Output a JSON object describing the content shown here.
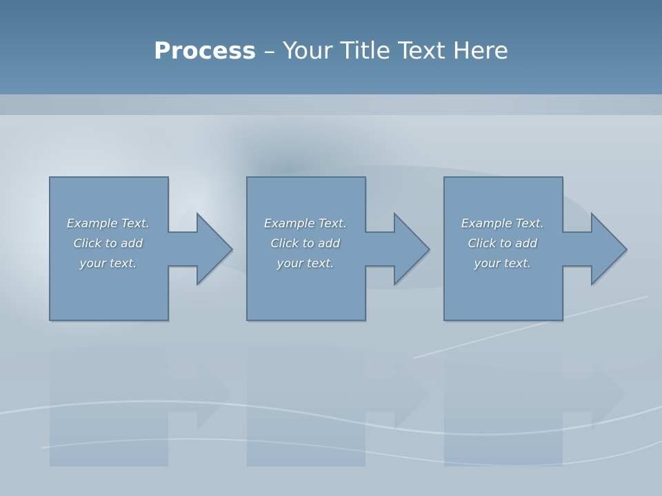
{
  "title": {
    "bold": "Process",
    "rest": " – Your Title Text Here"
  },
  "steps": [
    {
      "lines": [
        "Example Text.",
        "Click  to add",
        "your text."
      ]
    },
    {
      "lines": [
        "Example Text.",
        "Click  to add",
        "your text."
      ]
    },
    {
      "lines": [
        "Example Text.",
        "Click  to add",
        "your text."
      ]
    }
  ],
  "colors": {
    "title_bar": "#5f87a6",
    "shape_fill": "#7ea0bd",
    "shape_stroke": "#5b7388",
    "text": "#ffffff"
  }
}
